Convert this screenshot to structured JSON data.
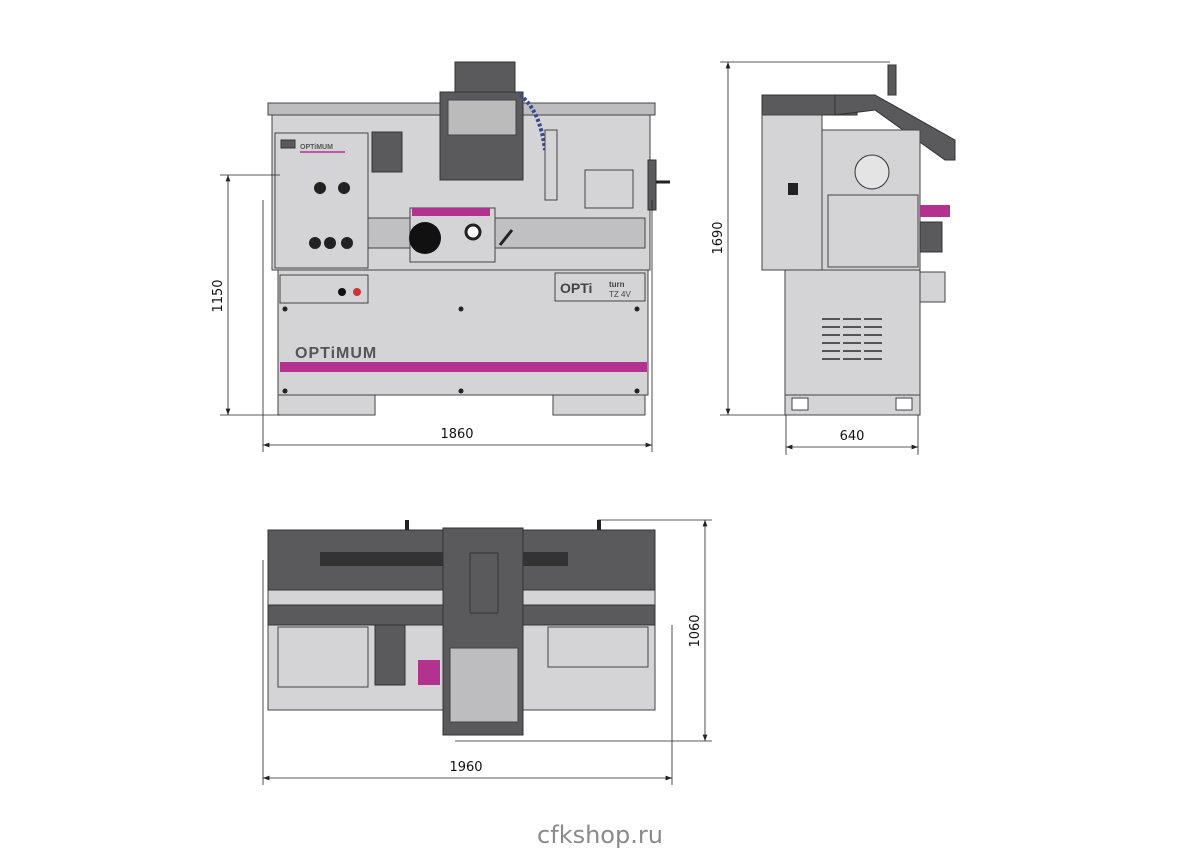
{
  "front_view": {
    "brand_logo": "OPTiMUM",
    "panel_logo": "OPTiMUM",
    "model_badge": {
      "brand": "OPTi",
      "line": "turn",
      "model": "TZ 4V"
    },
    "dim_width": "1860",
    "dim_height": "1150"
  },
  "side_view": {
    "dim_height": "1690",
    "dim_depth": "640"
  },
  "top_view": {
    "dim_width": "1960",
    "dim_depth": "1060"
  },
  "watermark": "cfkshop.ru",
  "colors": {
    "accent": "#b3318f",
    "body": "#d4d4d6",
    "dark": "#5a5a5c"
  }
}
